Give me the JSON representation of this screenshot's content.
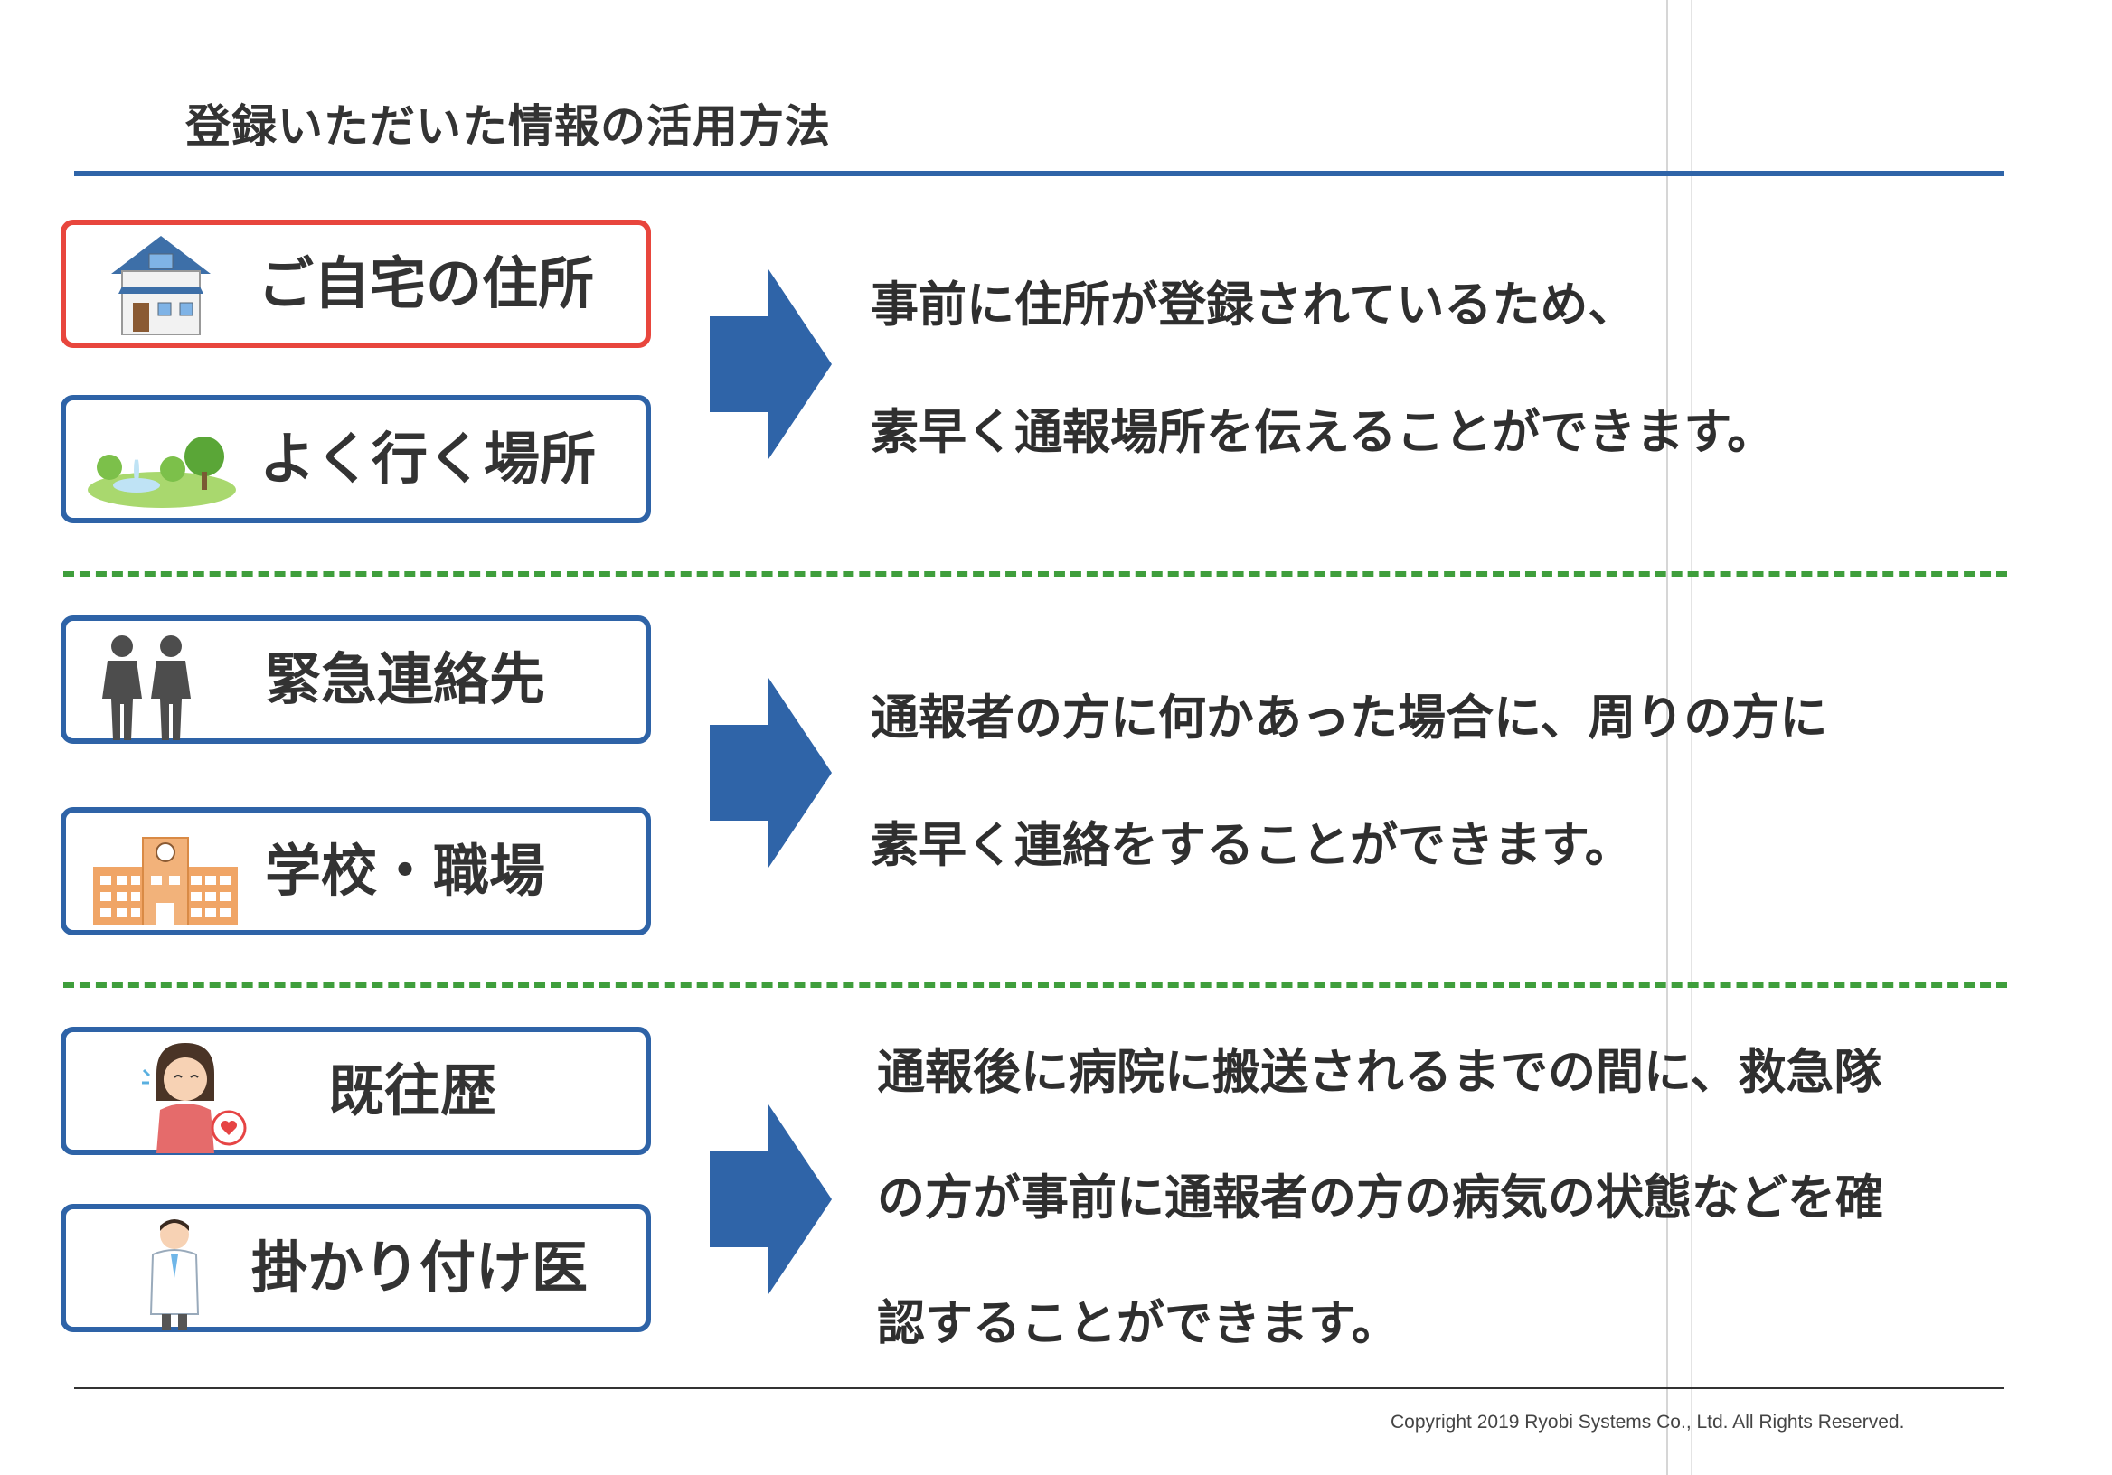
{
  "title": "登録いただいた情報の活用方法",
  "sections": [
    {
      "items": [
        {
          "label": "ご自宅の住所",
          "icon": "house-icon",
          "border": "#e8463d"
        },
        {
          "label": "よく行く場所",
          "icon": "park-icon",
          "border": "#2e63a7"
        }
      ],
      "message": [
        "事前に住所が登録されているため、",
        "素早く通報場所を伝えることができます。"
      ]
    },
    {
      "items": [
        {
          "label": "緊急連絡先",
          "icon": "people-icon",
          "border": "#2e63a7"
        },
        {
          "label": "学校・職場",
          "icon": "school-building-icon",
          "border": "#2e63a7"
        }
      ],
      "message": [
        "通報者の方に何かあった場合に、周りの方に",
        "素早く連絡をすることができます。"
      ]
    },
    {
      "items": [
        {
          "label": "既往歴",
          "icon": "sick-person-icon",
          "border": "#2e63a7"
        },
        {
          "label": "掛かり付け医",
          "icon": "doctor-icon",
          "border": "#2e63a7"
        }
      ],
      "message": [
        "通報後に病院に搬送されるまでの間に、救急隊",
        "の方が事前に通報者の方の病気の状態などを確",
        "認することができます。"
      ]
    }
  ],
  "colors": {
    "accent_blue": "#2f64a8",
    "highlight_red": "#e8463d",
    "separator_green": "#3f9e3c"
  },
  "footer": {
    "copyright": "Copyright 2019 Ryobi Systems Co., Ltd. All Rights Reserved."
  }
}
